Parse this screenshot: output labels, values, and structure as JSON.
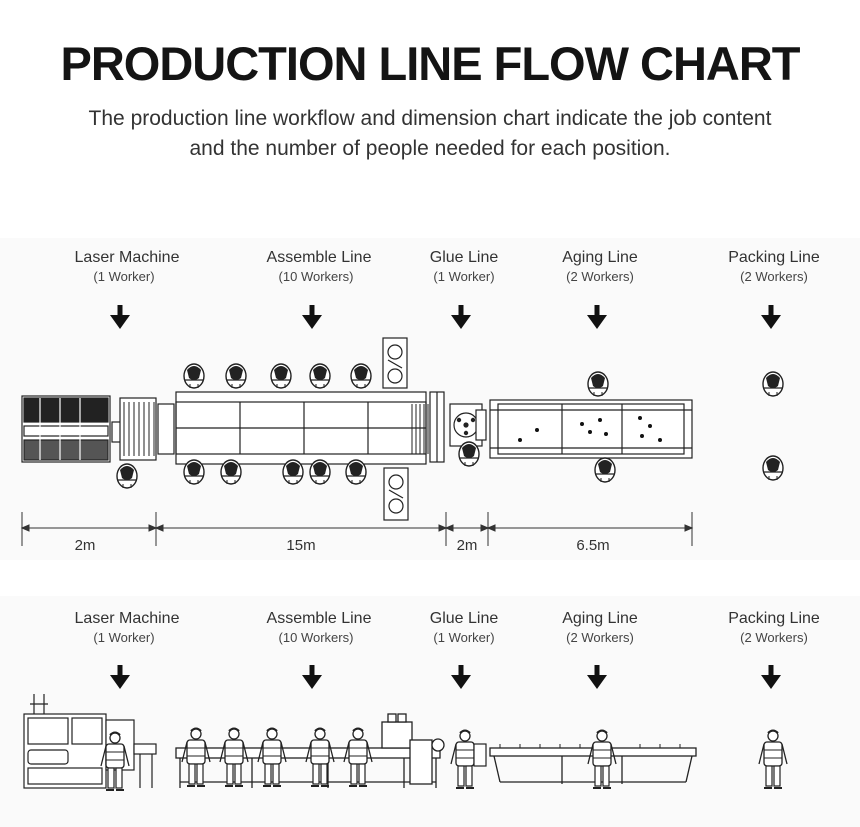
{
  "header": {
    "title": "PRODUCTION LINE FLOW CHART",
    "subtitle_line1": "The production line workflow and dimension chart indicate the job content",
    "subtitle_line2": "and the number of people needed for each position."
  },
  "stations": [
    {
      "name": "Laser Machine",
      "workers": "(1 Worker)"
    },
    {
      "name": "Assemble Line",
      "workers": "(10 Workers)"
    },
    {
      "name": "Glue Line",
      "workers": "(1 Worker)"
    },
    {
      "name": "Aging Line",
      "workers": "(2 Workers)"
    },
    {
      "name": "Packing Line",
      "workers": "(2 Workers)"
    }
  ],
  "dimensions": [
    "2m",
    "15m",
    "2m",
    "6.5m"
  ],
  "colors": {
    "line": "#2a2a2a",
    "band": "#fafafa",
    "arrow": "#111111"
  }
}
